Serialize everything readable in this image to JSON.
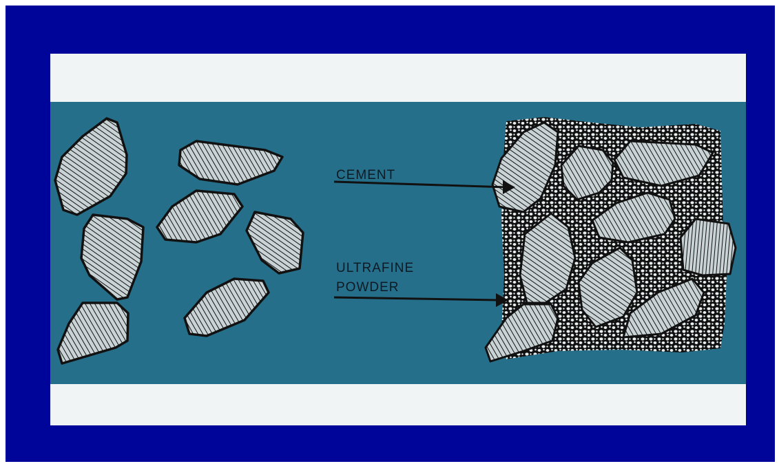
{
  "labels": {
    "cement": "CEMENT",
    "ultrafine_line1": "ULTRAFINE",
    "ultrafine_line2": "POWDER"
  },
  "colors": {
    "outer_frame": "#000599",
    "band": "#266f8a",
    "strip": "#f1f4f4",
    "particle_fill": "#c9d3d5",
    "outline": "#111111"
  }
}
